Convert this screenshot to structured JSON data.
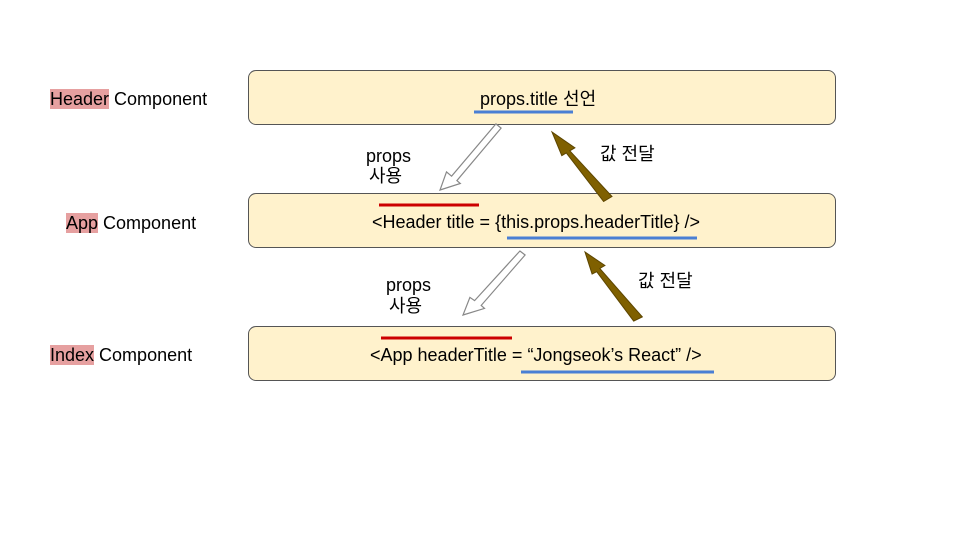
{
  "labels": {
    "header": {
      "highlight": "Header",
      "rest": " Component"
    },
    "app": {
      "highlight": "App",
      "rest": " Component"
    },
    "index": {
      "highlight": "Index",
      "rest": " Component"
    }
  },
  "boxes": {
    "header": "props.title 선언",
    "app": "<Header title = {this.props.headerTitle} />",
    "index": "<App headerTitle = “Jongseok’s React” />"
  },
  "notes": {
    "props_use_1_line1": "props",
    "props_use_1_line2": "사용",
    "props_use_2_line1": "props",
    "props_use_2_line2": "사용",
    "value_pass_1": "값 전달",
    "value_pass_2": "값 전달"
  },
  "colors": {
    "box_fill": "#fff2cc",
    "label_highlight": "#e6a0a0",
    "underline_red": "#cc0000",
    "underline_blue": "#4a7fd4",
    "arrow_up": "#7f6000",
    "arrow_down_outline": "#888888"
  }
}
